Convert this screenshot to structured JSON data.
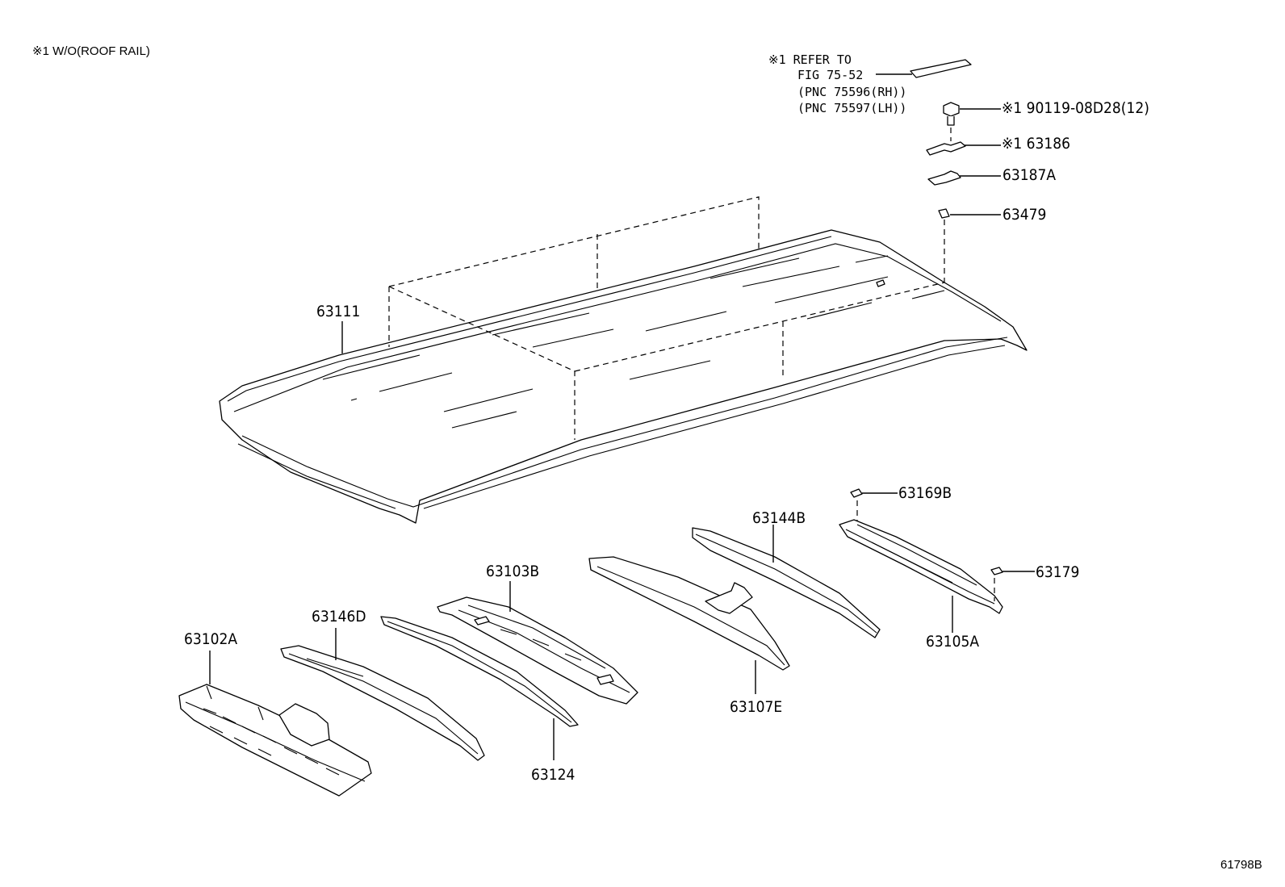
{
  "note": {
    "condition": "※1 W/O(ROOF RAIL)",
    "refer_lines": [
      "※1 REFER TO",
      "FIG 75-52",
      "(PNC 75596(RH))",
      "(PNC 75597(LH))"
    ]
  },
  "labels": {
    "p63111": "63111",
    "p90119": "※1 90119-08D28(12)",
    "p63186": "※1 63186",
    "p63187A": "63187A",
    "p63479": "63479",
    "p63169B": "63169B",
    "p63144B": "63144B",
    "p63103B": "63103B",
    "p63146D": "63146D",
    "p63102A": "63102A",
    "p63179": "63179",
    "p63105A": "63105A",
    "p63107E": "63107E",
    "p63124": "63124"
  },
  "figure_id": "61798B"
}
